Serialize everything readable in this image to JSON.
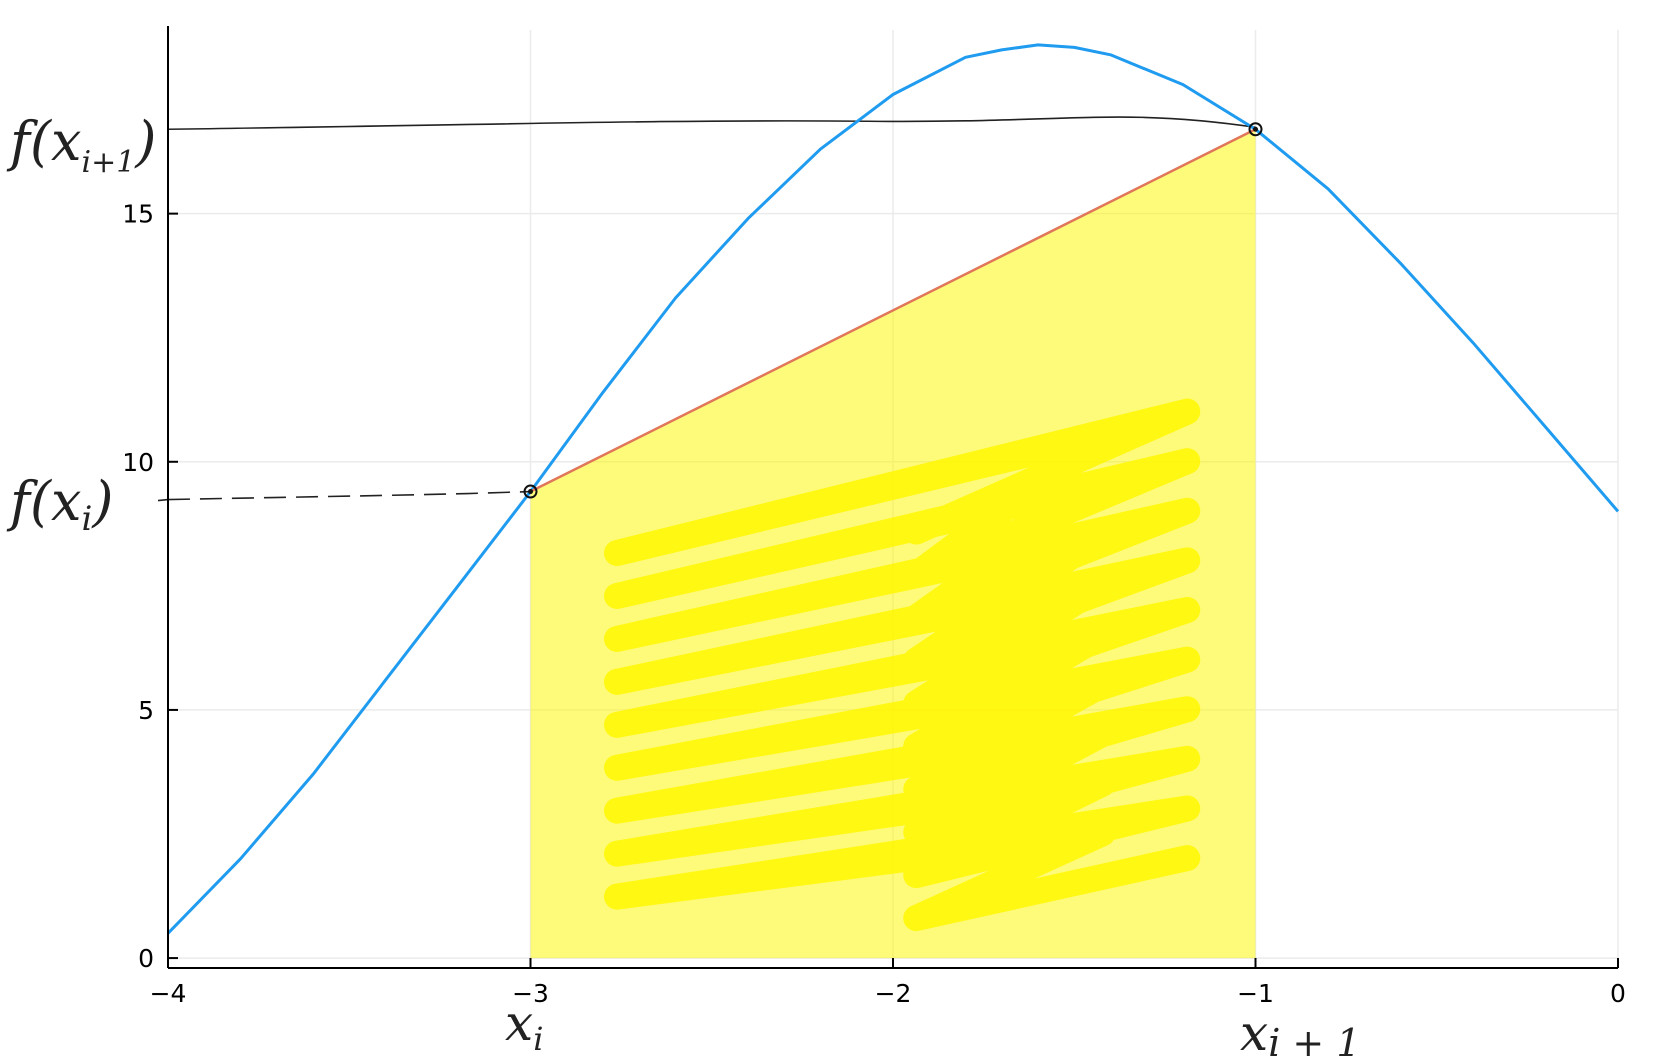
{
  "chart_data": {
    "type": "line",
    "title": "",
    "xlabel": "",
    "ylabel": "",
    "xlim": [
      -4,
      0
    ],
    "ylim": [
      -0.2,
      18.7
    ],
    "grid": true,
    "legend": "none",
    "x_ticks": [
      -4,
      -3,
      -2,
      -1,
      0
    ],
    "x_tick_labels": [
      "−4",
      "−3",
      "−2",
      "−1",
      "0"
    ],
    "y_ticks": [
      0,
      5,
      10,
      15
    ],
    "y_tick_labels": [
      "0",
      "5",
      "10",
      "15"
    ],
    "series": [
      {
        "color": "#1f9bf0",
        "x": [
          -4,
          -3.8,
          -3.6,
          -3.4,
          -3.2,
          -3.0,
          -2.8,
          -2.6,
          -2.4,
          -2.2,
          -2.0,
          -1.8,
          -1.7,
          -1.6,
          -1.5,
          -1.4,
          -1.2,
          -1.0,
          -0.8,
          -0.6,
          -0.4,
          -0.2,
          0
        ],
        "y": [
          0.5,
          2.0,
          3.7,
          5.6,
          7.5,
          9.4,
          11.4,
          13.3,
          14.9,
          16.3,
          17.4,
          18.15,
          18.3,
          18.4,
          18.35,
          18.2,
          17.6,
          16.7,
          15.5,
          14.0,
          12.4,
          10.7,
          9.0
        ]
      }
    ],
    "chord": {
      "color": "#e0765a",
      "x": [
        -3.0,
        -1.0
      ],
      "y": [
        9.4,
        16.7
      ]
    },
    "shaded_region": {
      "color": "#fff700",
      "x": [
        -3.0,
        -1.0
      ]
    },
    "annotations": [
      {
        "text": "f(x",
        "sub": "i+1",
        "close": ")",
        "near": "left of y-axis at f(x_{i+1})"
      },
      {
        "text": "f(x",
        "sub": "i",
        "close": ")",
        "near": "left of y-axis at f(x_i)"
      },
      {
        "text": "x",
        "sub": "i",
        "near": "below x = -3"
      },
      {
        "text": "x",
        "sub": "i + 1",
        "near": "below x = -1"
      }
    ]
  }
}
